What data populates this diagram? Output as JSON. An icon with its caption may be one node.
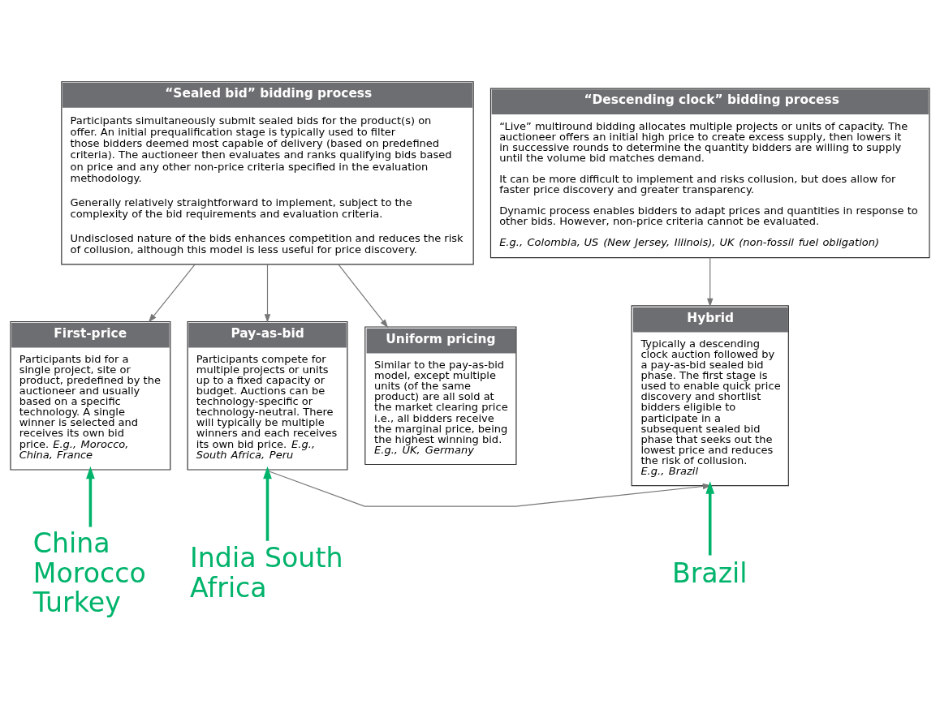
{
  "diagram": {
    "nodes": [
      {
        "text": [
          "“Sealed bid” bidding process",
          "Participants simultaneously submit sealed bids for the product(s) on offer. An initial prequalification stage is typically used to filter those bidders deemed most capable of delivery (based on predefined criteria). The auctioneer then evaluates and ranks qualifying bids based on price and any other non-price criteria specified in the evaluation methodology.",
          "Generally relatively straightforward to implement, subject to the complexity of the bid requirements and evaluation criteria.",
          "Undisclosed nature of the bids enhances competition and reduces the risk of collusion, although this model is less useful for price discovery."
        ]
      },
      {
        "text": [
          "“Descending clock” bidding process",
          "“Live” multiround bidding allocates multiple projects or units of capacity. The auctioneer offers an initial high price to create excess supply, then lowers it in successive rounds to determine the quantity bidders are willing to supply until the volume bid matches demand.",
          "It can be more difficult to implement and risks collusion, but does allow for faster price discovery and greater transparency.",
          "Dynamic process enables bidders to adapt prices and quantities in response to other bids. However, non-price criteria cannot be evaluated.",
          "*E.g., Colombia, US (New Jersey, Illinois), UK (non-fossil fuel obligation)*"
        ]
      },
      {
        "text": [
          "First-price",
          "Participants bid for a single project, site or product, predefined by the auctioneer and usually based on a specific technology. A single winner is selected and receives its own bid price. *E.g., Morocco, China, France*"
        ]
      },
      {
        "text": [
          "Pay-as-bid",
          "Participants compete for multiple projects or units up to a fixed capacity or budget. Auctions can be technology-specific or technology-neutral. There will typically be multiple winners and each receives its own bid price. *E.g., South Africa, Peru*"
        ]
      },
      {
        "text": [
          "Uniform pricing",
          "Similar to the pay-as-bid model, except multiple units (of the same product) are all sold at the market clearing price i.e., all bidders receive the marginal price, being the highest winning bid. *E.g., UK, Germany*"
        ]
      },
      {
        "text": [
          "Hybrid",
          "Typically a descending clock auction followed by a pay-as-bid sealed bid phase. The first stage is used to enable quick price discovery and shortlist bidders eligible to participate in a subsequent sealed bid phase that seeks out the lowest price and reduces the risk of collusion. *E.g., Brazil*"
        ]
      },
      {
        "text": [
          "China Morocco Turkey"
        ]
      },
      {
        "text": [
          "India South Africa"
        ]
      },
      {
        "text": [
          "Brazil"
        ]
      }
    ],
    "edges": [
      {
        "from": 0,
        "to": 2,
        "arrow": "to"
      },
      {
        "from": 0,
        "to": 3,
        "arrow": "to"
      },
      {
        "from": 0,
        "to": 4,
        "arrow": "to"
      },
      {
        "from": 1,
        "to": 5,
        "arrow": "to"
      },
      {
        "from": 3,
        "to": 5,
        "arrow": "to"
      },
      {
        "from": 6,
        "to": 2,
        "arrow": "to",
        "style": "thick",
        "color": "#00b36b"
      },
      {
        "from": 7,
        "to": 3,
        "arrow": "to",
        "style": "thick",
        "color": "#00b36b"
      },
      {
        "from": 8,
        "to": 5,
        "arrow": "to",
        "style": "thick",
        "color": "#00b36b"
      }
    ]
  }
}
